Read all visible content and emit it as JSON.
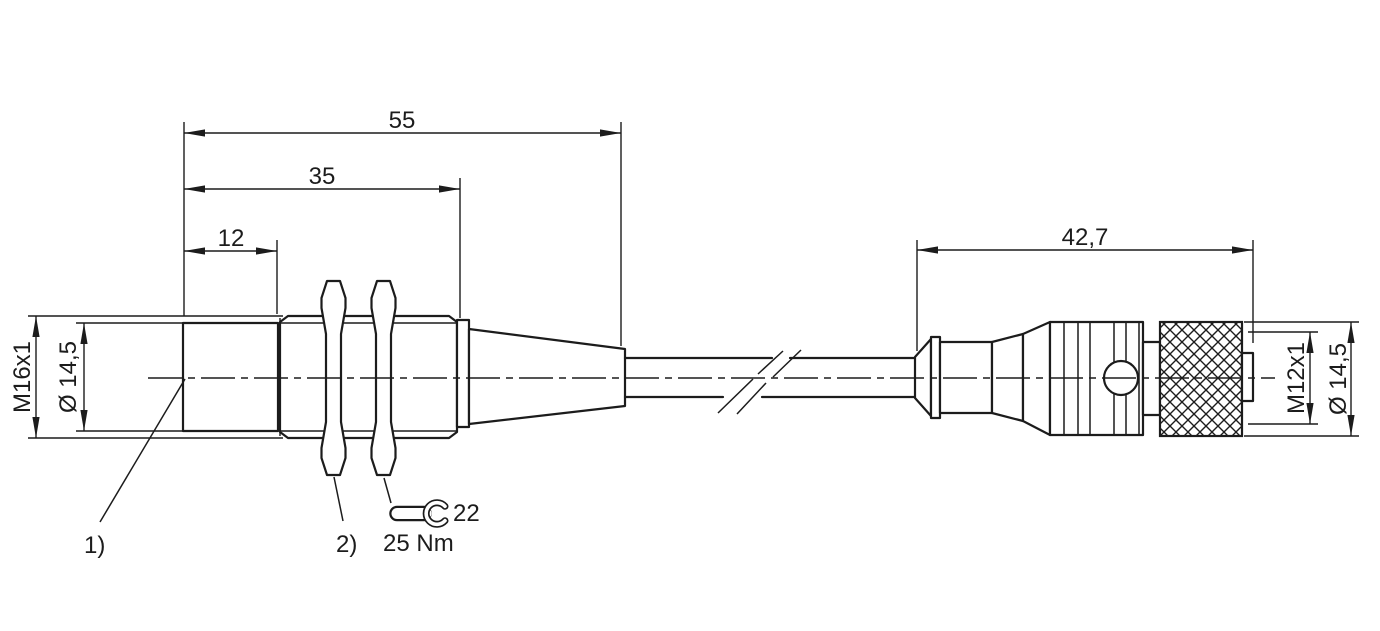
{
  "dims": {
    "overall_length": "55",
    "thread_length": "35",
    "head_length": "12",
    "connector_length": "42,7",
    "body_thread": "M16x1",
    "body_diameter": "Ø 14,5",
    "connector_thread": "M12x1",
    "connector_diameter": "Ø 14,5"
  },
  "notes": {
    "footnote1": "1)",
    "footnote2": "2)",
    "wrench_size": "22",
    "tightening_torque": "25 Nm"
  },
  "colors": {
    "line": "#1c1c1c",
    "background": "#ffffff"
  }
}
